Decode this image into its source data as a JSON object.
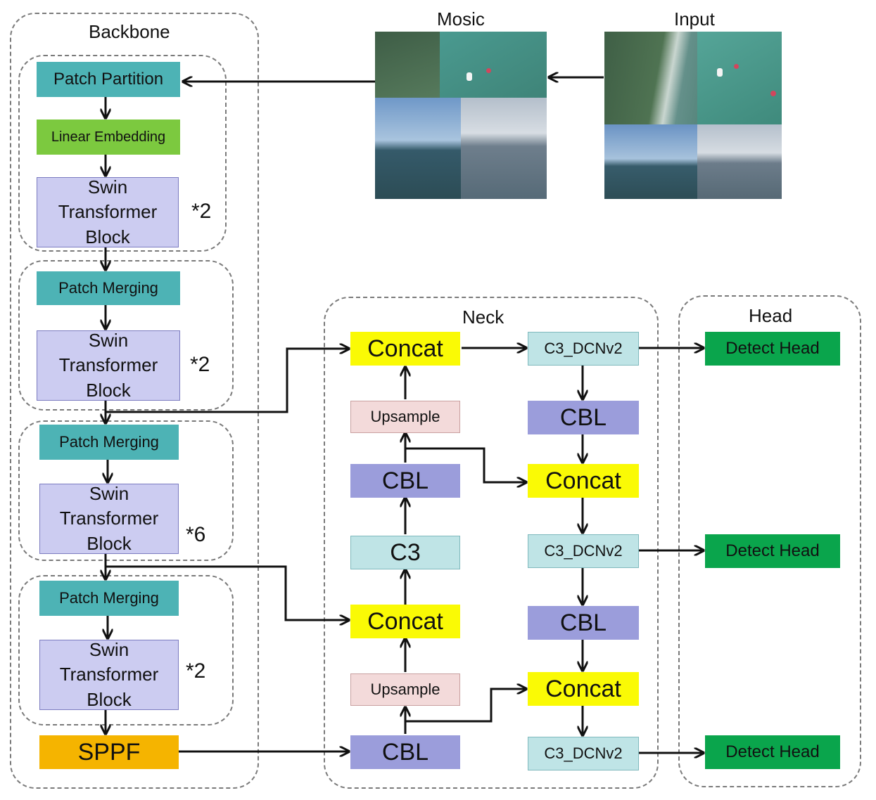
{
  "groups": {
    "backbone": "Backbone",
    "neck": "Neck",
    "head": "Head",
    "mosaic": "Mosic",
    "input": "Input"
  },
  "backbone": {
    "patch_partition": "Patch Partition",
    "linear_embedding": "Linear Embedding",
    "swin_block": "Swin Transformer Block",
    "patch_merging": "Patch Merging",
    "sppf": "SPPF",
    "multipliers": [
      "*2",
      "*2",
      "*6",
      "*2"
    ]
  },
  "neck": {
    "concat": "Concat",
    "upsample": "Upsample",
    "cbl": "CBL",
    "c3": "C3",
    "c3_dcnv2": "C3_DCNv2"
  },
  "head": {
    "detect_head": "Detect Head"
  },
  "colors": {
    "patch": "#4db3b5",
    "linear_embedding": "#7cc93f",
    "swin": "#ccccf1",
    "sppf": "#f5b400",
    "concat": "#fafa05",
    "upsample": "#f3dada",
    "cbl": "#9b9ddb",
    "c3": "#bfe4e6",
    "detect_head": "#0aa54c"
  }
}
